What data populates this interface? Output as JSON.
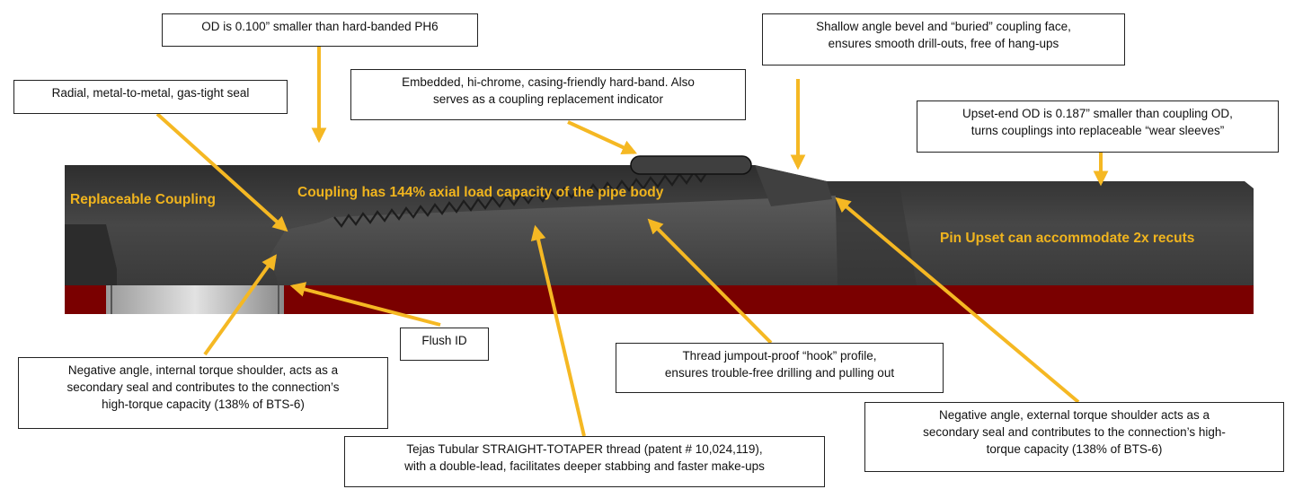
{
  "colors": {
    "steel_dark": "#3a3a3a",
    "steel_mid": "#4d4d4d",
    "bore_red": "#7a0000",
    "arrow_yellow": "#f5b823",
    "label_yellow": "#f0b41e"
  },
  "labels": {
    "replaceable_coupling": "Replaceable Coupling",
    "axial_capacity": "Coupling has 144% axial load capacity of the pipe body",
    "pin_upset": "Pin Upset can accommodate 2x recuts"
  },
  "callouts": {
    "od_smaller": "OD is 0.100” smaller than hard-banded PH6",
    "radial_seal": "Radial, metal-to-metal, gas-tight seal",
    "hardband": "Embedded, hi-chrome, casing-friendly hard-band.  Also\nserves as a coupling replacement indicator",
    "bevel": "Shallow angle bevel and “buried” coupling face,\nensures smooth drill-outs, free of hang-ups",
    "upset_od": "Upset-end OD is 0.187” smaller than coupling OD,\nturns couplings into replaceable “wear sleeves”",
    "flush_id": "Flush ID",
    "internal_shoulder": "Negative angle, internal torque shoulder, acts as a\nsecondary seal and contributes to the connection’s\nhigh-torque capacity (138% of BTS-6)",
    "thread_profile": "Thread jumpout-proof “hook” profile,\nensures trouble-free drilling and pulling out",
    "thread_patent": "Tejas Tubular STRAIGHT-TOTAPER thread (patent # 10,024,119),\nwith a double-lead, facilitates deeper stabbing and faster make-ups",
    "external_shoulder": "Negative angle, external torque shoulder acts as a\nsecondary seal and contributes to the connection’s high-\ntorque capacity (138% of BTS-6)"
  }
}
